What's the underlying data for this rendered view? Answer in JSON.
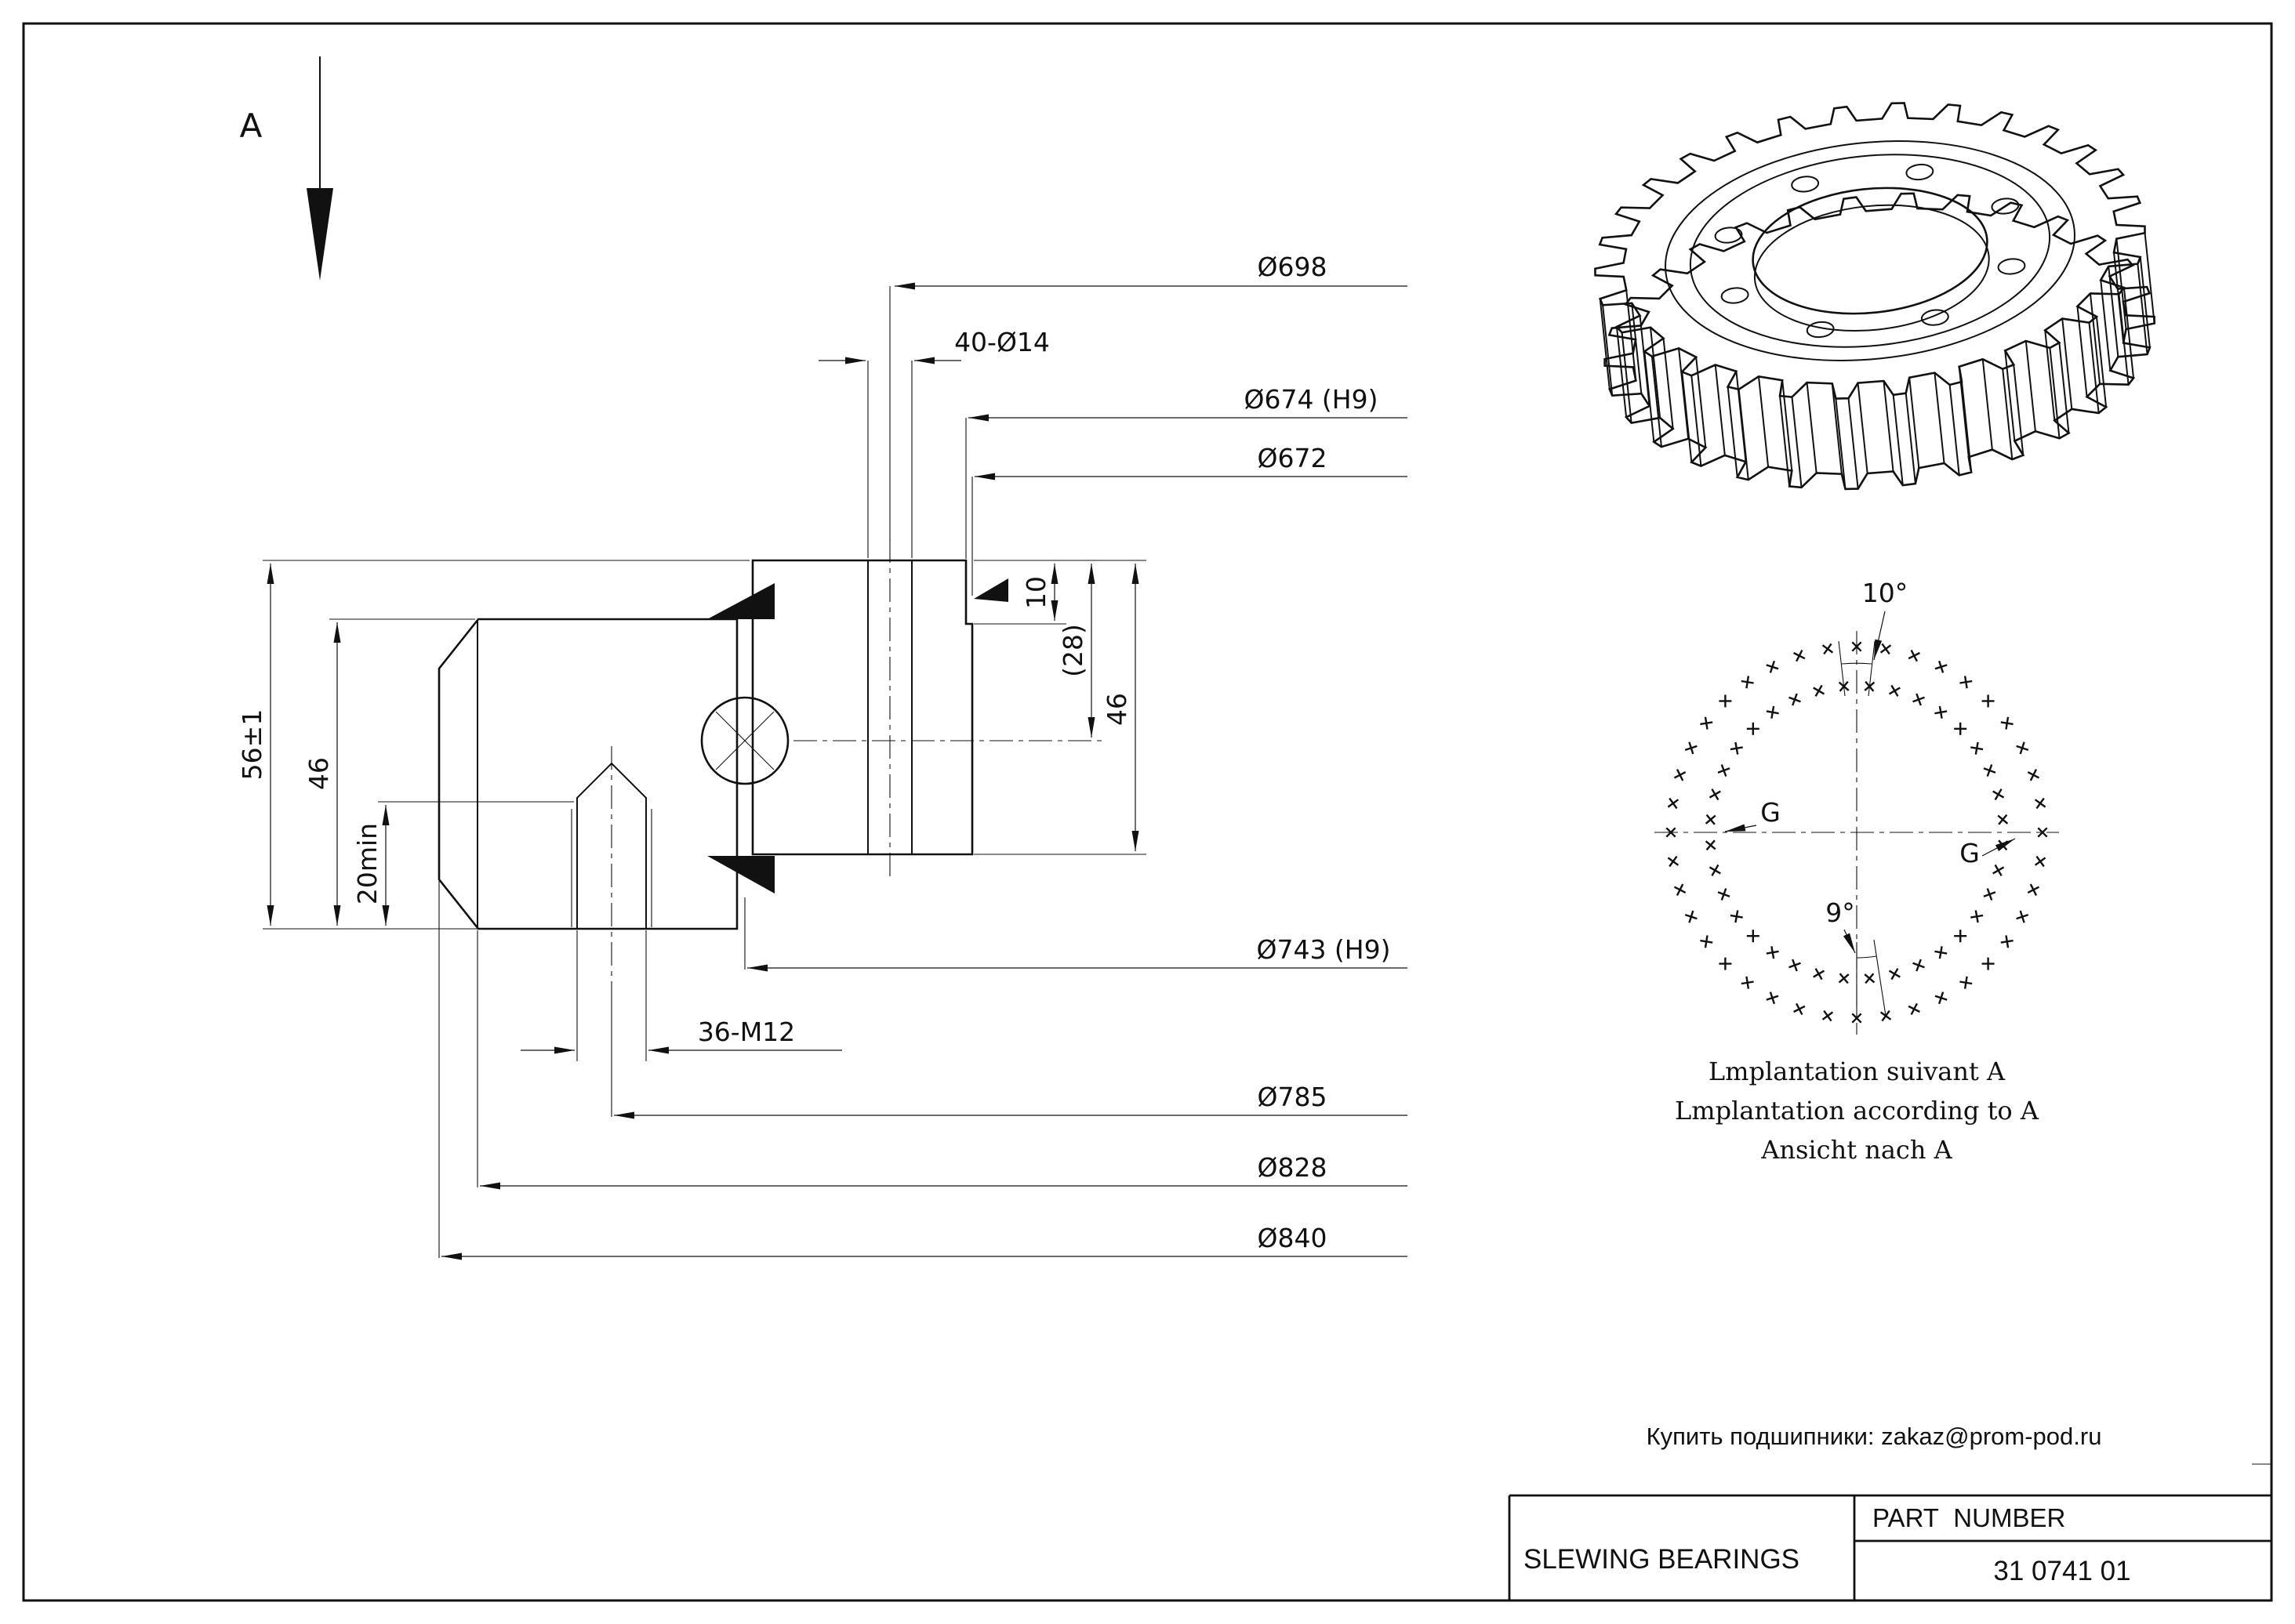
{
  "view_arrow": {
    "label": "A"
  },
  "section": {
    "d698": "Ø698",
    "holes_top": "40-Ø14",
    "d674": "Ø674 (H9)",
    "d672": "Ø672",
    "step_depth": "10",
    "ball_height": "(28)",
    "inner_ring_height": "46",
    "total_height": "56±1",
    "outer_ring_height": "46",
    "thread_depth": "20min",
    "d743": "Ø743 (H9)",
    "holes_bottom": "36-M12",
    "d785": "Ø785",
    "d828": "Ø828",
    "d840": "Ø840"
  },
  "hole_pattern": {
    "outer_hole_count": 40,
    "inner_hole_count": 36,
    "inner_spacing_angle": "10°",
    "outer_spacing_angle": "9°",
    "grease_left_label": "G",
    "grease_right_label": "G",
    "caption_line1": "Lmplantation suivant A",
    "caption_line2": "Lmplantation according to A",
    "caption_line3": "Ansicht nach A"
  },
  "footer": {
    "shop_note": "Купить подшипники: zakaz@prom-pod.ru"
  },
  "title_block": {
    "product_name": "SLEWING BEARINGS",
    "part_number_label": "PART  NUMBER",
    "part_number": "31 0741 01"
  },
  "colors": {
    "line": "#111111",
    "background": "#ffffff"
  }
}
